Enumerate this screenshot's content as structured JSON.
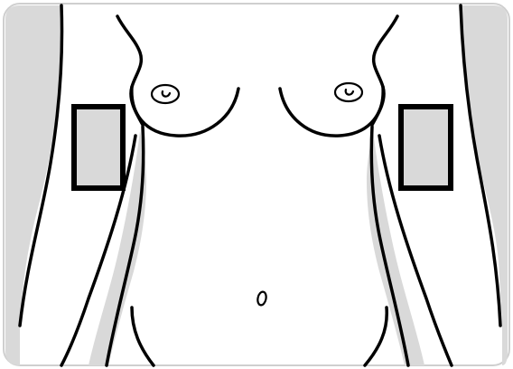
{
  "figure": {
    "subject": "front-torso-line-drawing",
    "colors": {
      "background": "#ffffff",
      "side_shading": "#d9d9d9",
      "outline": "#000000",
      "frame_border": "#cfcfcf"
    },
    "markers": [
      {
        "side": "left",
        "shape": "rectangle-outline"
      },
      {
        "side": "right",
        "shape": "rectangle-outline"
      }
    ],
    "icons": [
      "torso-outline",
      "navel-icon",
      "nipple-icon"
    ]
  }
}
